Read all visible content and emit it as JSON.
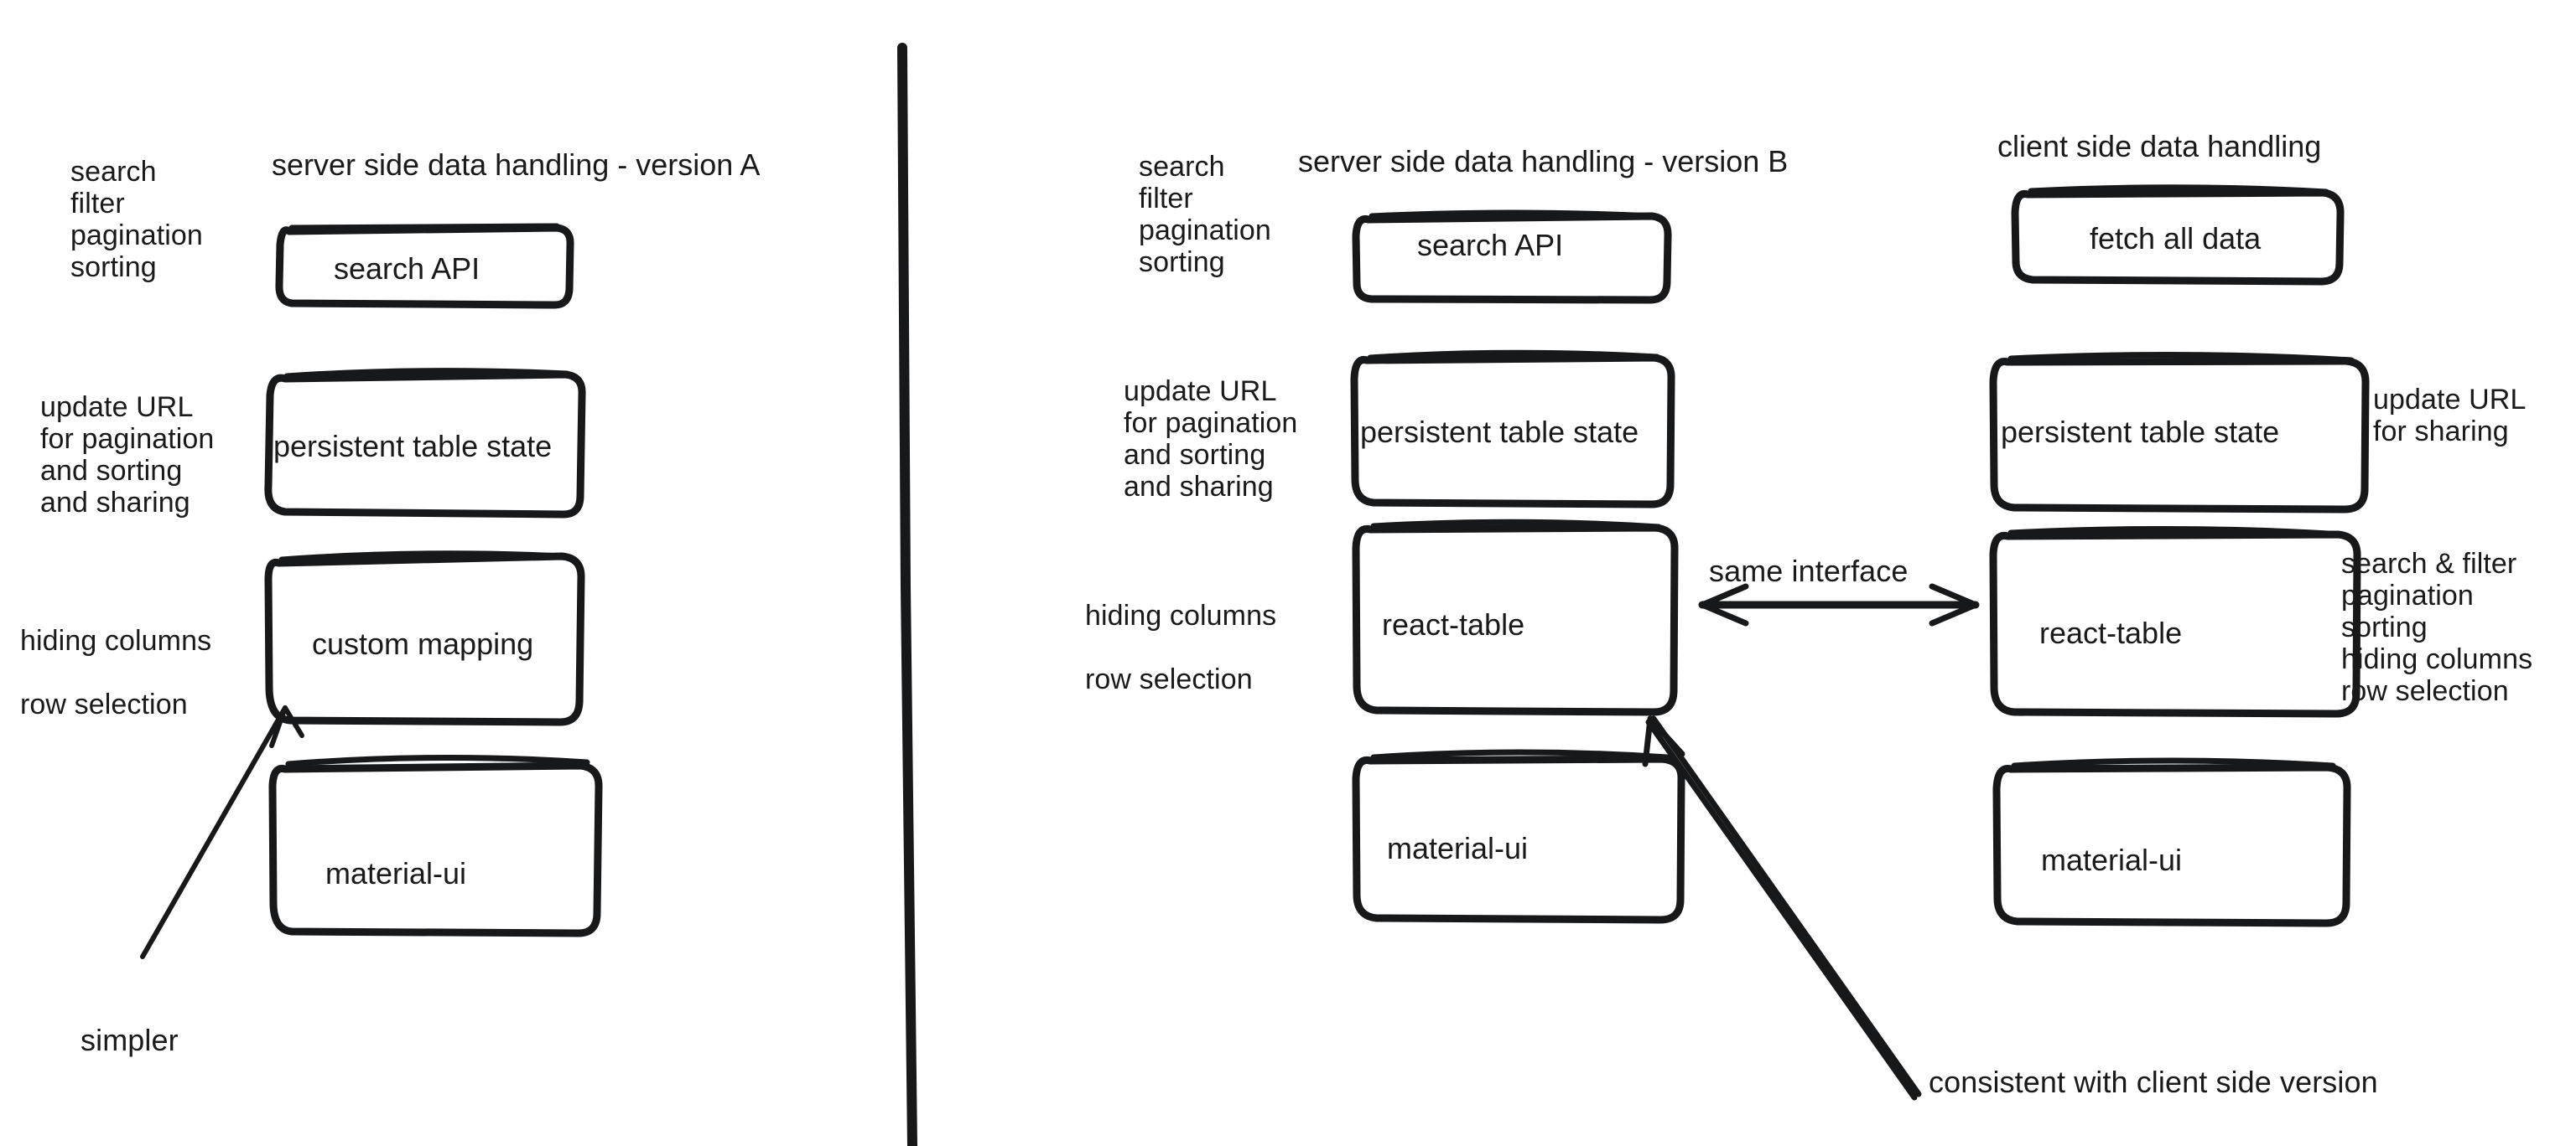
{
  "diagram": {
    "divider": {
      "name": "vertical-divider"
    },
    "left_panel": {
      "title": "server side data handling - version A",
      "annotations": {
        "top_left": "search\nfilter\npagination\nsorting",
        "mid_left": "update URL\nfor pagination\nand sorting\nand sharing",
        "lower_left": "hiding columns\n\nrow selection",
        "bottom_note": "simpler"
      },
      "boxes": [
        {
          "label": "search API"
        },
        {
          "label": "persistent table state"
        },
        {
          "label": "custom mapping"
        },
        {
          "label": "material-ui"
        }
      ]
    },
    "middle_panel": {
      "title": "server side data handling - version B",
      "annotations": {
        "top_left": "search\nfilter\npagination\nsorting",
        "mid_left": "update URL\nfor pagination\nand sorting\nand sharing",
        "lower_left": "hiding columns\n\nrow selection",
        "bottom_note": "consistent with client side version"
      },
      "boxes": [
        {
          "label": "search API"
        },
        {
          "label": "persistent table state"
        },
        {
          "label": "react-table"
        },
        {
          "label": "material-ui"
        }
      ]
    },
    "right_panel": {
      "title": "client side data handling",
      "annotations": {
        "mid_right": "update URL\nfor sharing",
        "lower_right": "search & filter\npagination\nsorting\nhiding columns\nrow selection"
      },
      "boxes": [
        {
          "label": "fetch all data"
        },
        {
          "label": "persistent table state"
        },
        {
          "label": "react-table"
        },
        {
          "label": "material-ui"
        }
      ]
    },
    "connector": {
      "same_interface_label": "same interface"
    },
    "colors": {
      "ink": "#1a1a1a",
      "background": "#ffffff"
    }
  }
}
